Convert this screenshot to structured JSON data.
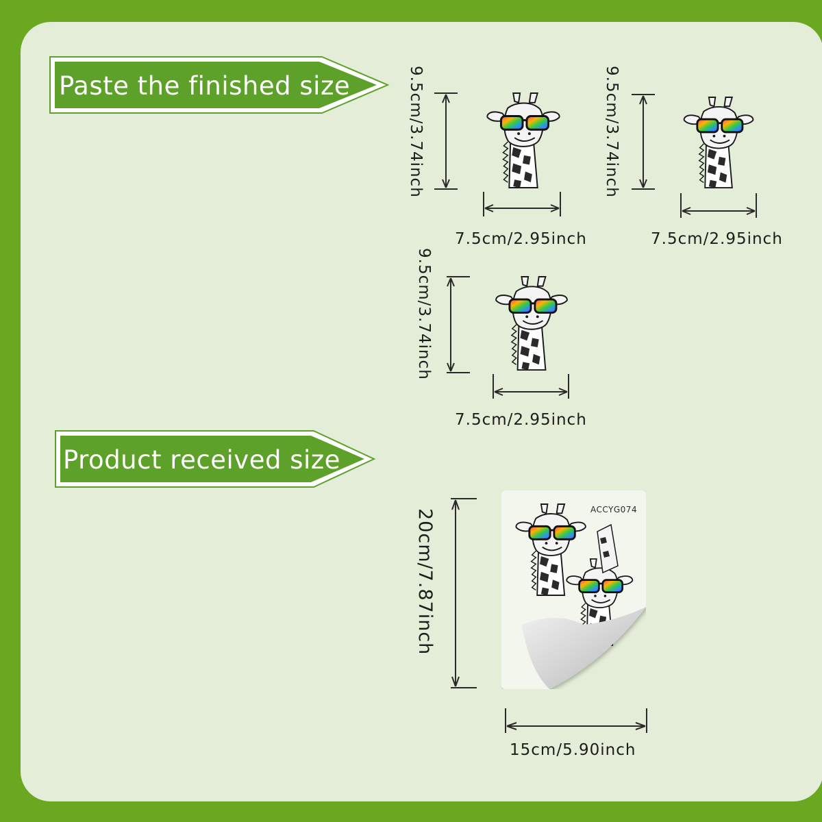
{
  "colors": {
    "frame": "#6aa822",
    "panel": "#e3edd7",
    "banner": "#5ea12a",
    "measure": "#2a2a2a"
  },
  "banners": {
    "finished": "Paste the finished size",
    "received": "Product received size"
  },
  "finished_sizes": [
    {
      "height": "9.5cm/3.74inch",
      "width": "7.5cm/2.95inch"
    },
    {
      "height": "9.5cm/3.74inch",
      "width": "7.5cm/2.95inch"
    },
    {
      "height": "9.5cm/3.74inch",
      "width": "7.5cm/2.95inch"
    }
  ],
  "received_size": {
    "height": "20cm/7.87inch",
    "width": "15cm/5.90inch",
    "code": "ACCYG074"
  },
  "icons": [
    "giraffe-sunglasses-illustration",
    "sticker-sheet-image",
    "peeled-corner-icon"
  ]
}
